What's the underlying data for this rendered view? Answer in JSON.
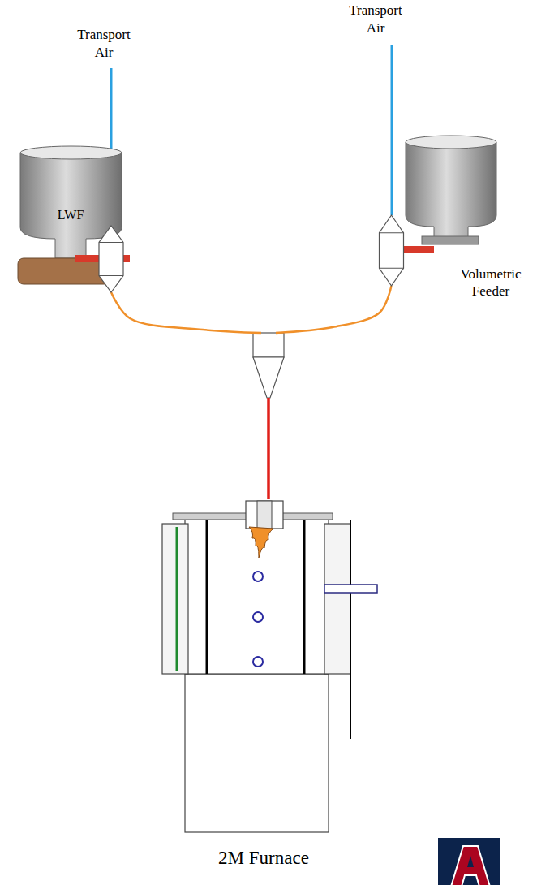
{
  "diagram": {
    "nodes": [
      {
        "text": [
          "LWF"
        ]
      },
      {
        "text": [
          "Volumetric Feeder"
        ]
      },
      {
        "text": [
          "2M Furnace"
        ]
      }
    ],
    "edges": [
      {
        "from": 0,
        "to": 2,
        "arrow": "none"
      },
      {
        "from": 1,
        "to": 2,
        "arrow": "none"
      }
    ],
    "labels": [
      "Transport Air",
      "Transport Air"
    ]
  }
}
